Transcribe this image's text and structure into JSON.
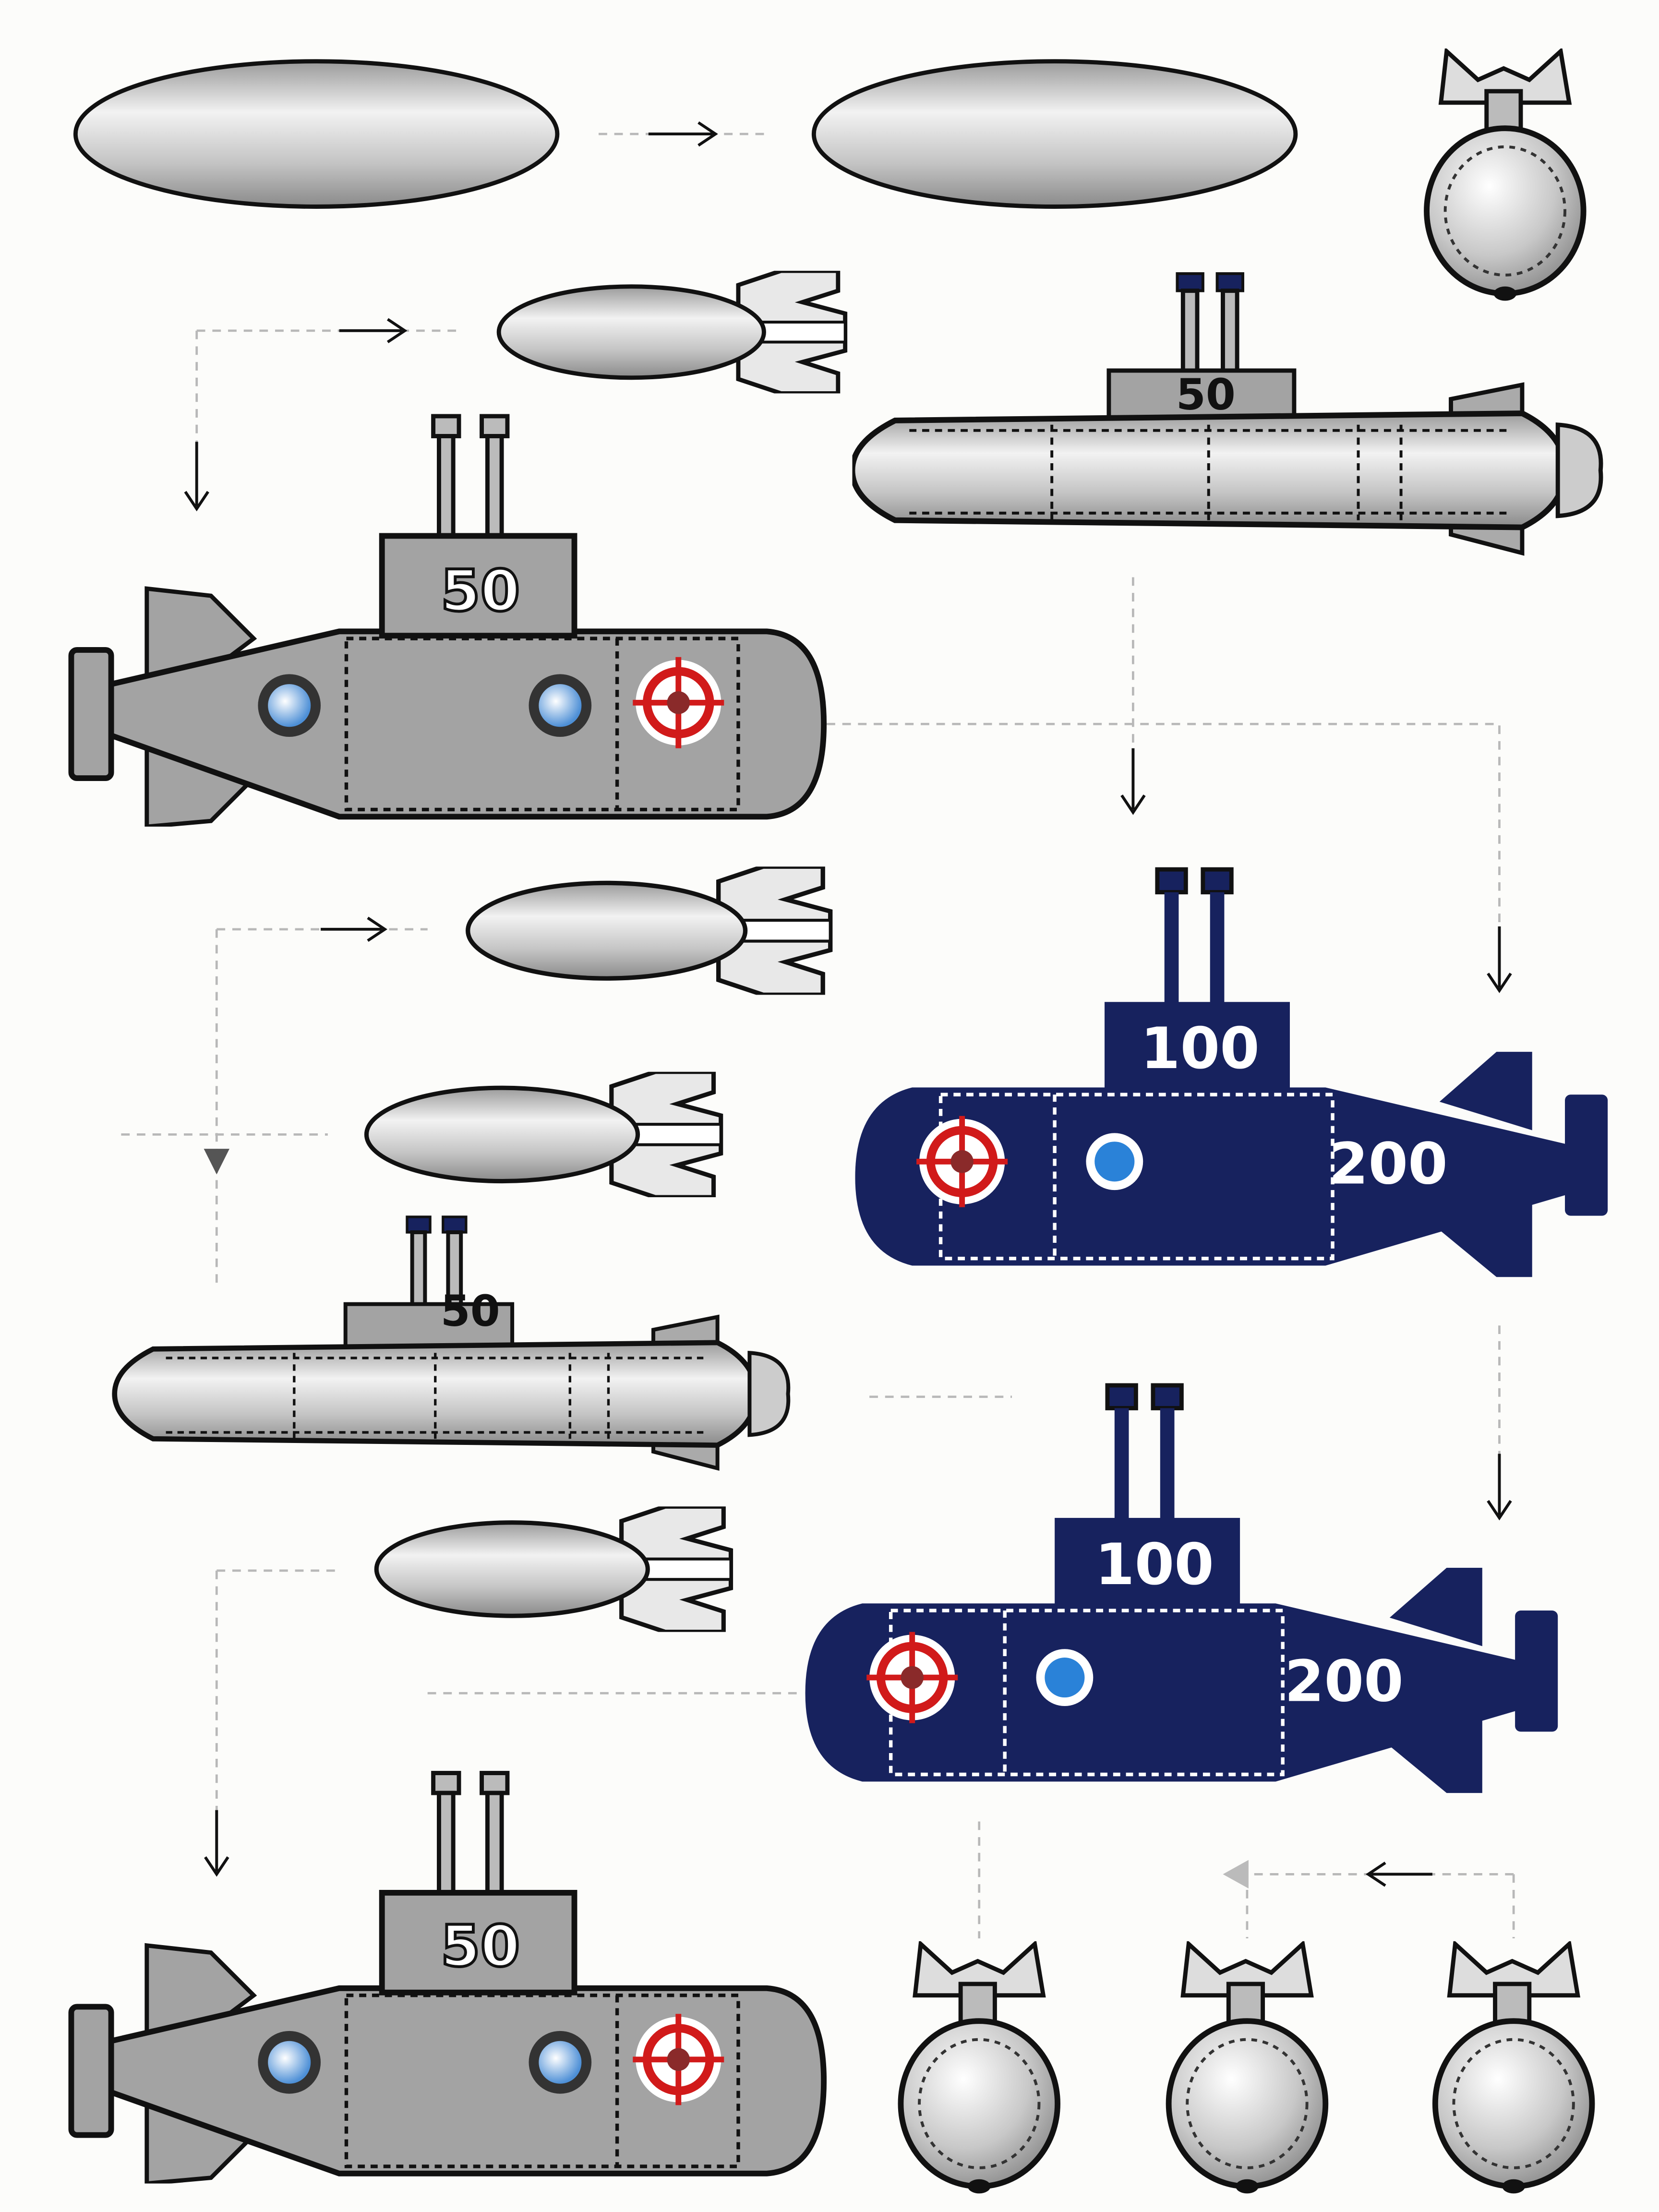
{
  "sheet": {
    "title": "Submarine sprite sheet"
  },
  "colors": {
    "gray_hull": "#a3a3a3",
    "navy_hull": "#17225e",
    "silver": "#d4d4d4",
    "target_red": "#d11a1a",
    "porthole_blue": "#2a82d8",
    "outline": "#111111"
  },
  "gray_subs": [
    {
      "tower_label": "50"
    },
    {
      "tower_label": "50"
    }
  ],
  "silver_subs": [
    {
      "tower_label": "50"
    },
    {
      "tower_label": "50"
    }
  ],
  "navy_subs": [
    {
      "tower_label": "100",
      "hull_label": "200"
    },
    {
      "tower_label": "100",
      "hull_label": "200"
    }
  ]
}
